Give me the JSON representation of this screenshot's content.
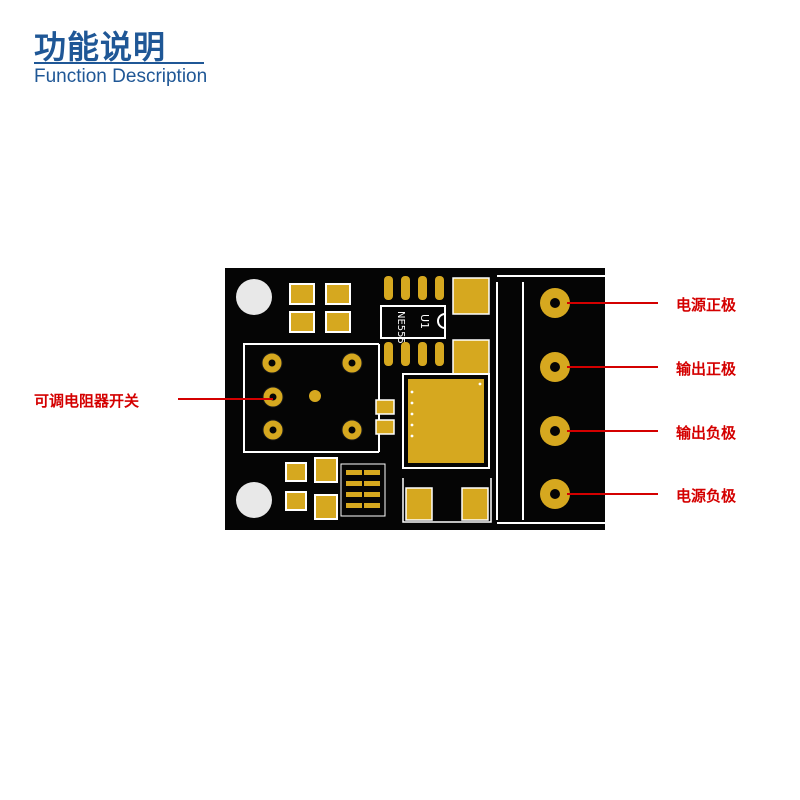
{
  "header": {
    "title": "功能说明",
    "subtitle": "Function Description"
  },
  "pcb": {
    "chip_ref": "U1",
    "chip_part": "NE555"
  },
  "labels": {
    "pot_switch": "可调电阻器开关",
    "power_pos": "电源正极",
    "out_pos": "输出正极",
    "out_neg": "输出负极",
    "power_neg": "电源负极"
  },
  "colors": {
    "board": "#050505",
    "pad": "#d6a81f",
    "silk": "#ffffff",
    "label": "#d40000",
    "title": "#1f5796"
  }
}
